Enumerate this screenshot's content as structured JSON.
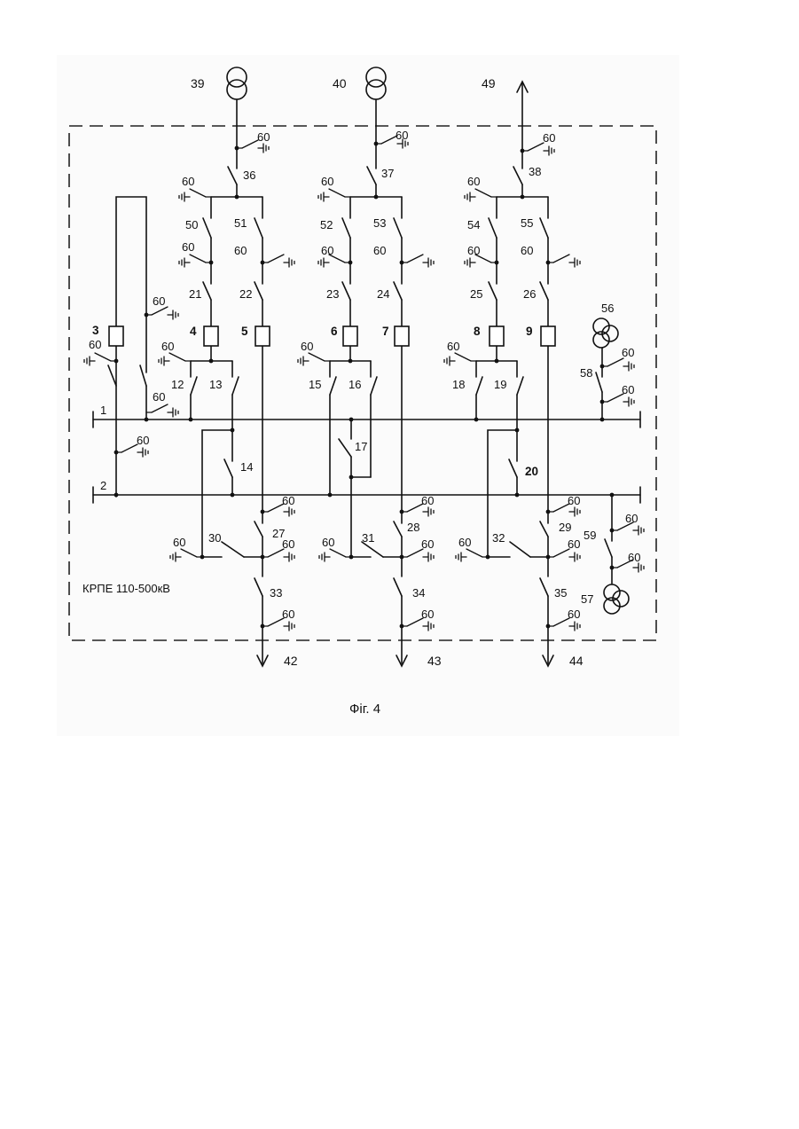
{
  "figure": {
    "caption": "Фіг. 4",
    "substation_label": "КРПЕ 110-500кВ"
  },
  "numbers": {
    "n1": "1",
    "n2": "2",
    "n3": "3",
    "n4": "4",
    "n5": "5",
    "n6": "6",
    "n7": "7",
    "n8": "8",
    "n9": "9",
    "n12": "12",
    "n13": "13",
    "n14": "14",
    "n15": "15",
    "n16": "16",
    "n17": "17",
    "n18": "18",
    "n19": "19",
    "n20": "20",
    "n21": "21",
    "n22": "22",
    "n23": "23",
    "n24": "24",
    "n25": "25",
    "n26": "26",
    "n27": "27",
    "n28": "28",
    "n29": "29",
    "n30": "30",
    "n31": "31",
    "n32": "32",
    "n33": "33",
    "n34": "34",
    "n35": "35",
    "n36": "36",
    "n37": "37",
    "n38": "38",
    "n39": "39",
    "n40": "40",
    "n42": "42",
    "n43": "43",
    "n44": "44",
    "n49": "49",
    "n50": "50",
    "n51": "51",
    "n52": "52",
    "n53": "53",
    "n54": "54",
    "n55": "55",
    "n56": "56",
    "n57": "57",
    "n58": "58",
    "n59": "59"
  },
  "earth_label": "60"
}
